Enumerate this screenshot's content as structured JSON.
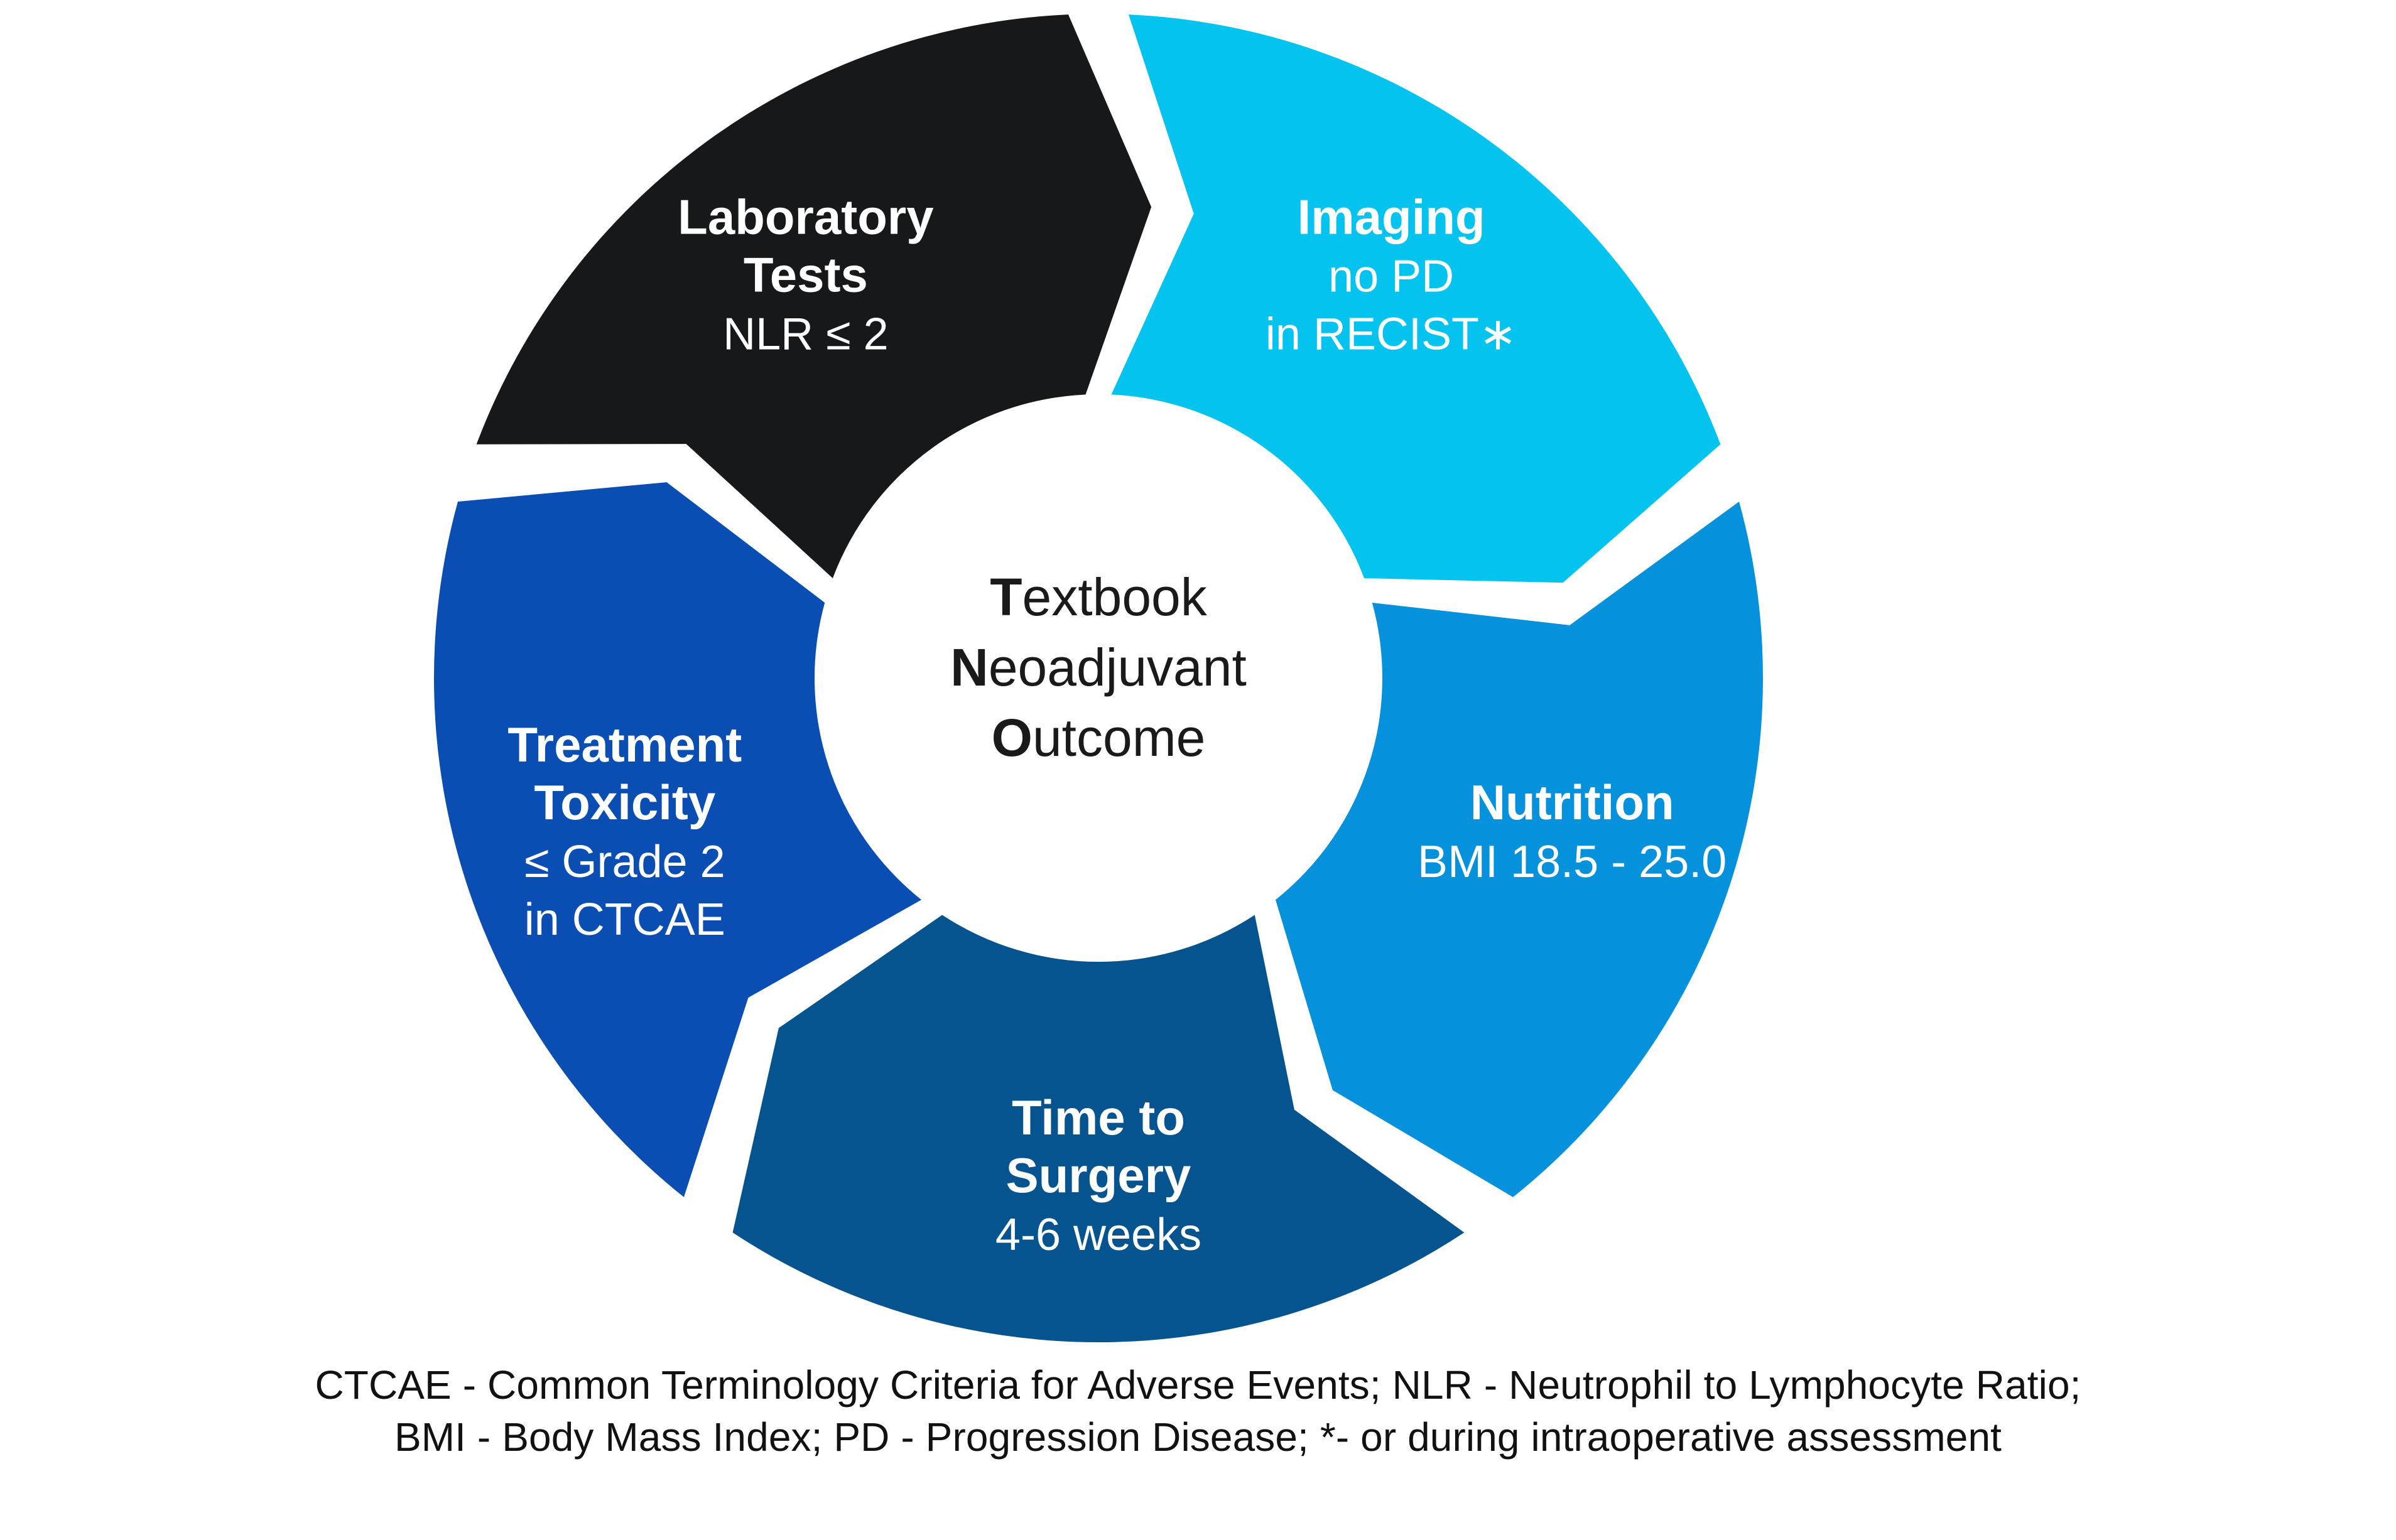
{
  "figure": {
    "type": "donut-arrow-cycle-diagram",
    "center": {
      "line1_bold": "T",
      "line1_rest": "extbook",
      "line2_bold": "N",
      "line2_rest": "eoadjuvant",
      "line3_bold": "O",
      "line3_rest": "utcome",
      "full_text": "Textbook Neoadjuvant Outcome",
      "acronym": "TNO",
      "text_color": "#1a1a1a",
      "fill": "#ffffff"
    },
    "segments": [
      {
        "id": "laboratory-tests",
        "title": "Laboratory Tests",
        "title_lines": [
          "Laboratory",
          "Tests"
        ],
        "subtitle_lines": [
          "NLR ≤ 2"
        ],
        "color": "#16181a",
        "start_deg": -72,
        "end_deg": 0,
        "label_deg": -36,
        "text_color": "#ffffff"
      },
      {
        "id": "imaging",
        "title": "Imaging",
        "title_lines": [
          "Imaging"
        ],
        "subtitle_lines": [
          "no PD",
          "in RECIST∗"
        ],
        "color": "#05c3ef",
        "start_deg": 0,
        "end_deg": 72,
        "label_deg": 36,
        "text_color": "#ffffff"
      },
      {
        "id": "nutrition",
        "title": "Nutrition",
        "title_lines": [
          "Nutrition"
        ],
        "subtitle_lines": [
          "BMI 18.5 - 25.0"
        ],
        "color": "#0591dc",
        "start_deg": 72,
        "end_deg": 144,
        "label_deg": 108,
        "text_color": "#ffffff"
      },
      {
        "id": "time-to-surgery",
        "title": "Time to Surgery",
        "title_lines": [
          "Time to",
          "Surgery"
        ],
        "subtitle_lines": [
          "4-6 weeks"
        ],
        "color": "#05548f",
        "start_deg": 144,
        "end_deg": 216,
        "label_deg": 180,
        "text_color": "#ffffff"
      },
      {
        "id": "treatment-toxicity",
        "title": "Treatment Toxicity",
        "title_lines": [
          "Treatment",
          "Toxicity"
        ],
        "subtitle_lines": [
          "≤ Grade 2",
          "in CTCAE"
        ],
        "color": "#0a4eb3",
        "start_deg": 216,
        "end_deg": 288,
        "label_deg": 252,
        "text_color": "#ffffff"
      }
    ]
  },
  "caption": {
    "line1": "CTCAE - Common Terminology Criteria for Adverse Events; NLR - Neutrophil to Lymphocyte Ratio;",
    "line2": "BMI - Body Mass Index; PD - Progression Disease; *- or during intraoperative assessment",
    "abbreviations": [
      {
        "abbr": "CTCAE",
        "meaning": "Common Terminology Criteria for Adverse Events"
      },
      {
        "abbr": "NLR",
        "meaning": "Neutrophil to Lymphocyte Ratio"
      },
      {
        "abbr": "BMI",
        "meaning": "Body Mass Index"
      },
      {
        "abbr": "PD",
        "meaning": "Progression Disease"
      },
      {
        "abbr": "*",
        "meaning": "or during intraoperative assessment"
      }
    ]
  }
}
